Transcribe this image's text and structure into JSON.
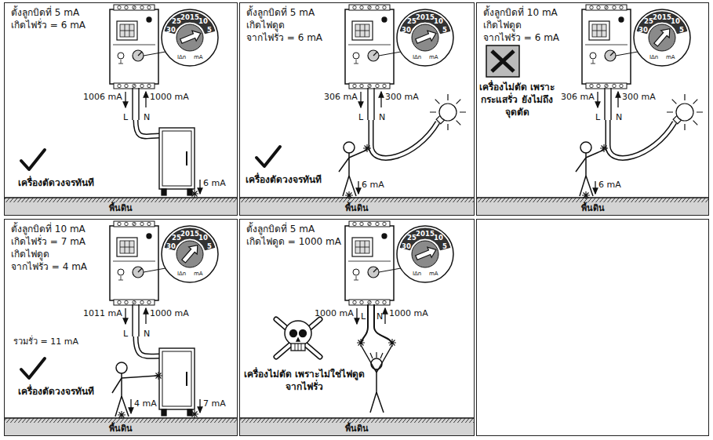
{
  "diagram": {
    "nodes": [
      {
        "text": [
          "ตั้งลูกบิดที่ 5 mA",
          "เกิดไฟรั่ว = 6 mA"
        ]
      },
      {
        "text": [
          "พื้นดิน"
        ],
        "in": 0
      },
      {
        "text": [
          "ตั้งลูกบิดที่ 5 mA",
          "เกิดไฟดูด",
          "จากไฟรั่ว = 6 mA"
        ]
      },
      {
        "text": [
          "พื้นดิน"
        ],
        "in": 2
      },
      {
        "text": [
          "ตั้งลูกบิดที่ 10 mA",
          "เกิดไฟดูด",
          "จากไฟรั่ว = 6 mA"
        ]
      },
      {
        "text": [
          "พื้นดิน"
        ],
        "in": 4
      },
      {
        "text": [
          "ตั้งลูกบิดที่ 10 mA",
          "เกิดไฟรั่ว = 7 mA",
          "เกิดไฟดูด",
          "จากไฟรั่ว = 4 mA"
        ]
      },
      {
        "text": [
          "พื้นดิน"
        ],
        "in": 6
      },
      {
        "text": [
          "ตั้งลูกบิดที่ 5 mA",
          "เกิดไฟดูด = 1000 mA"
        ]
      },
      {
        "text": [
          "พื้นดิน"
        ],
        "in": 8
      }
    ],
    "labels": [
      "30",
      "25",
      "20",
      "15",
      "10",
      "5",
      "IΔn",
      "mA",
      "1006 mA",
      "1000 mA",
      "L",
      "N",
      "6 mA",
      "เครื่องตัดวงจรทันที",
      "30",
      "25",
      "20",
      "15",
      "10",
      "5",
      "IΔn",
      "mA",
      "306 mA",
      "300 mA",
      "L",
      "N",
      "6 mA",
      "เครื่องตัดวงจรทันที",
      "30",
      "25",
      "20",
      "15",
      "10",
      "5",
      "IΔn",
      "mA",
      "306 mA",
      "300 mA",
      "L",
      "N",
      "6 mA",
      "เครื่องไม่ตัด เพราะกระแสรั่ว ยังไม่ถึงจุดตัด",
      "30",
      "25",
      "20",
      "15",
      "10",
      "5",
      "IΔn",
      "mA",
      "1011 mA",
      "1000 mA",
      "รวมรั่ว = 11 mA",
      "L",
      "N",
      "4 mA",
      "7 mA",
      "เครื่องตัดวงจรทันที",
      "30",
      "25",
      "20",
      "15",
      "10",
      "5",
      "IΔn",
      "mA",
      "1000 mA",
      "1000 mA",
      "L",
      "N",
      "เครื่องไม่ตัด เพราะไม่ใช่ไฟดูดจากไฟรั่ว"
    ]
  }
}
